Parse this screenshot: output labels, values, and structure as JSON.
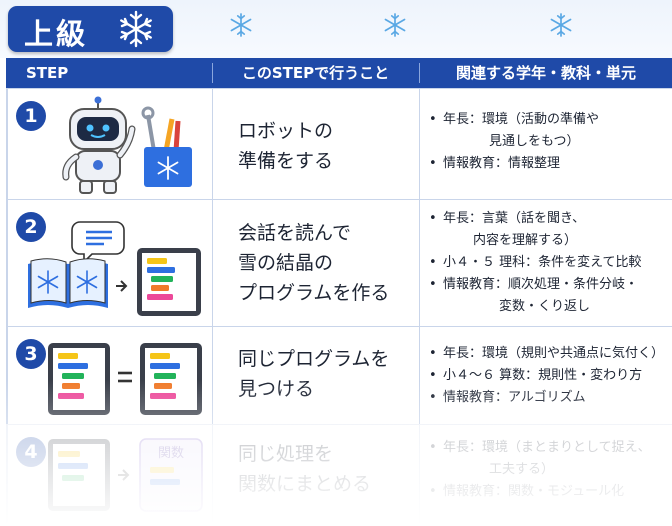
{
  "level": {
    "title": "上級"
  },
  "table": {
    "headers": [
      "STEP",
      "このSTEPで行うこと",
      "関連する学年・教科・単元"
    ],
    "rows": [
      {
        "num": "1",
        "illustration": "robot-with-toolbox",
        "lines": [
          "ロボットの",
          "準備をする"
        ],
        "related": [
          [
            "年長：環境（活動の準備や",
            "見通しをもつ）"
          ],
          [
            "情報教育：情報整理"
          ]
        ]
      },
      {
        "num": "2",
        "illustration": "book-speech-bubble-arrow-block-program",
        "lines": [
          "会話を読んで",
          "雪の結晶の",
          "プログラムを作る"
        ],
        "related": [
          [
            "年長：言葉（話を聞き、",
            "内容を理解する）"
          ],
          [
            "小４・５ 理科：条件を変えて比較"
          ],
          [
            "情報教育：順次処理・条件分岐・",
            "変数・くり返し"
          ]
        ]
      },
      {
        "num": "3",
        "illustration": "two-tablets-equal",
        "lines": [
          "同じプログラムを",
          "見つける"
        ],
        "related": [
          [
            "年長：環境（規則や共通点に気付く）"
          ],
          [
            "小４～６ 算数：規則性・変わり方"
          ],
          [
            "情報教育：アルゴリズム"
          ]
        ]
      },
      {
        "num": "4",
        "illustration": "tablet-arrow-function-block",
        "function_label": "関数",
        "lines": [
          "同じ処理を",
          "関数にまとめる"
        ],
        "related": [
          [
            "年長：環境（まとまりとして捉え、",
            "工夫する）"
          ],
          [
            "情報教育：関数・モジュール化"
          ]
        ]
      }
    ]
  },
  "colors": {
    "primary": "#1f4aa8",
    "border": "#c9d5ea",
    "snow": "#3aa0e8"
  }
}
